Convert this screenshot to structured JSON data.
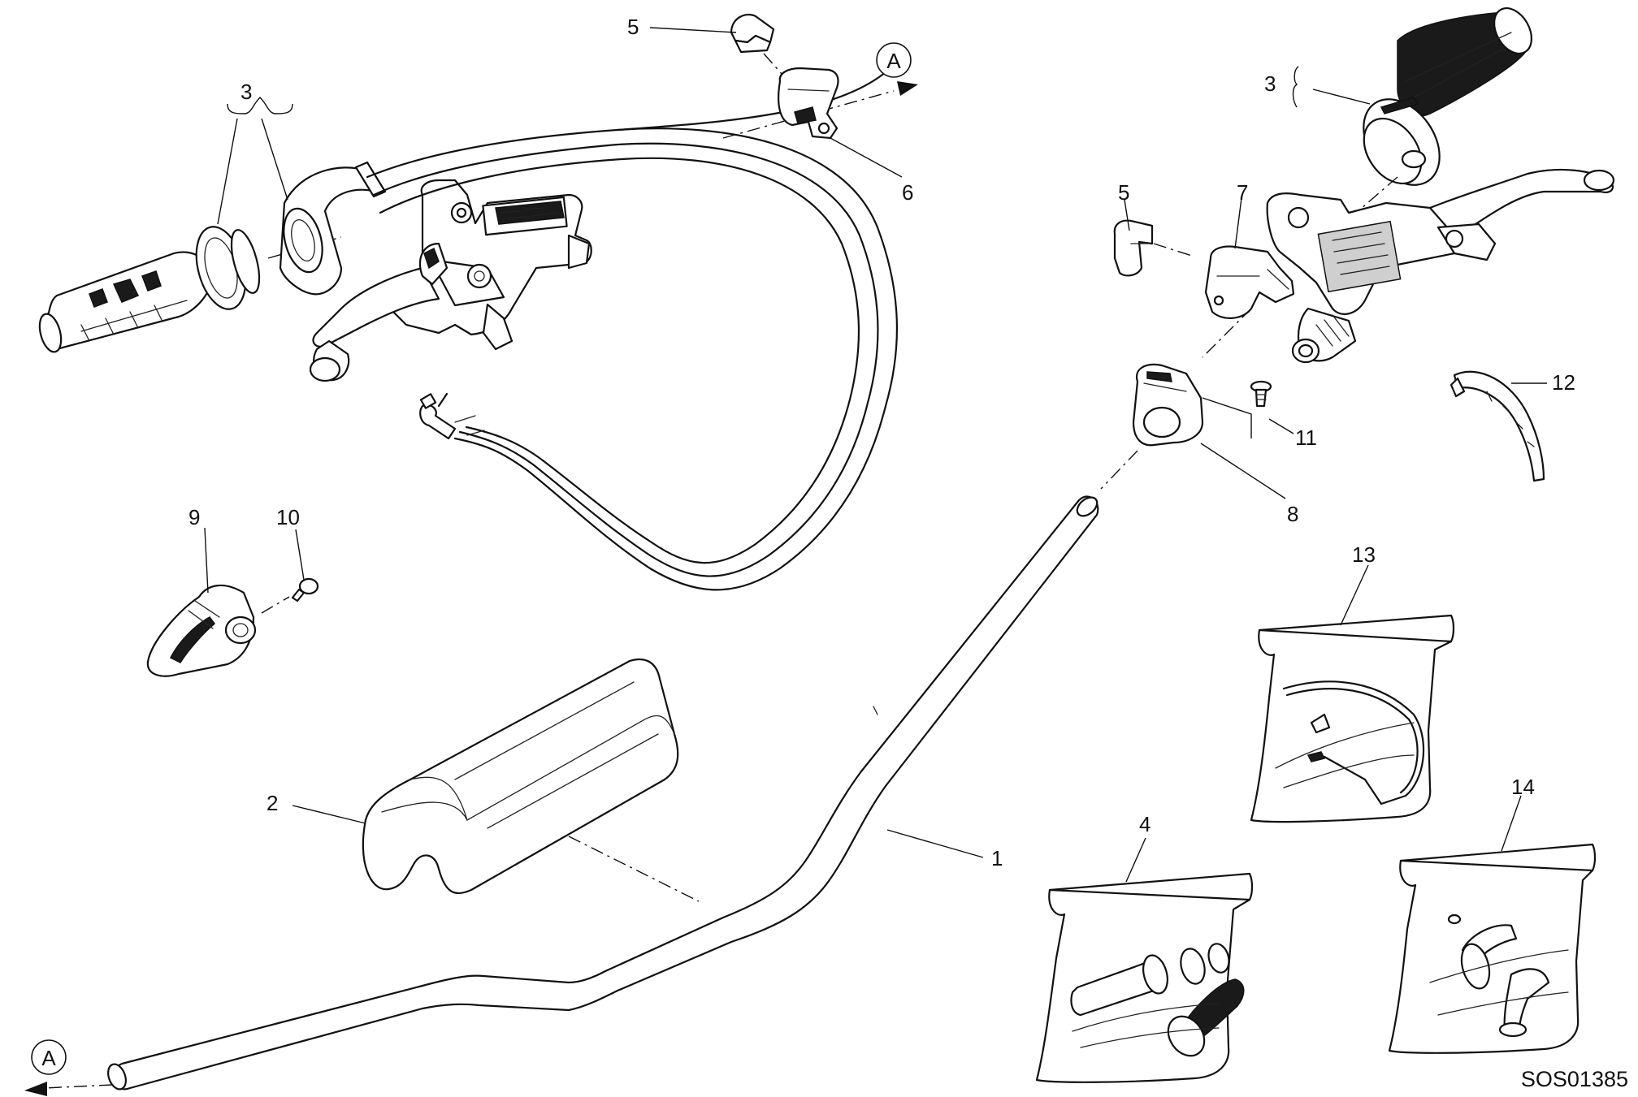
{
  "drawing_code": "SOS01385",
  "ref_marker": "A",
  "callouts": [
    {
      "id": "c1",
      "label": "1"
    },
    {
      "id": "c2",
      "label": "2"
    },
    {
      "id": "c3a",
      "label": "3"
    },
    {
      "id": "c3b",
      "label": "3"
    },
    {
      "id": "c4",
      "label": "4"
    },
    {
      "id": "c5a",
      "label": "5"
    },
    {
      "id": "c5b",
      "label": "5"
    },
    {
      "id": "c6",
      "label": "6"
    },
    {
      "id": "c7",
      "label": "7"
    },
    {
      "id": "c8",
      "label": "8"
    },
    {
      "id": "c9",
      "label": "9"
    },
    {
      "id": "c10",
      "label": "10"
    },
    {
      "id": "c11",
      "label": "11"
    },
    {
      "id": "c12",
      "label": "12"
    },
    {
      "id": "c13",
      "label": "13"
    },
    {
      "id": "c14",
      "label": "14"
    }
  ]
}
